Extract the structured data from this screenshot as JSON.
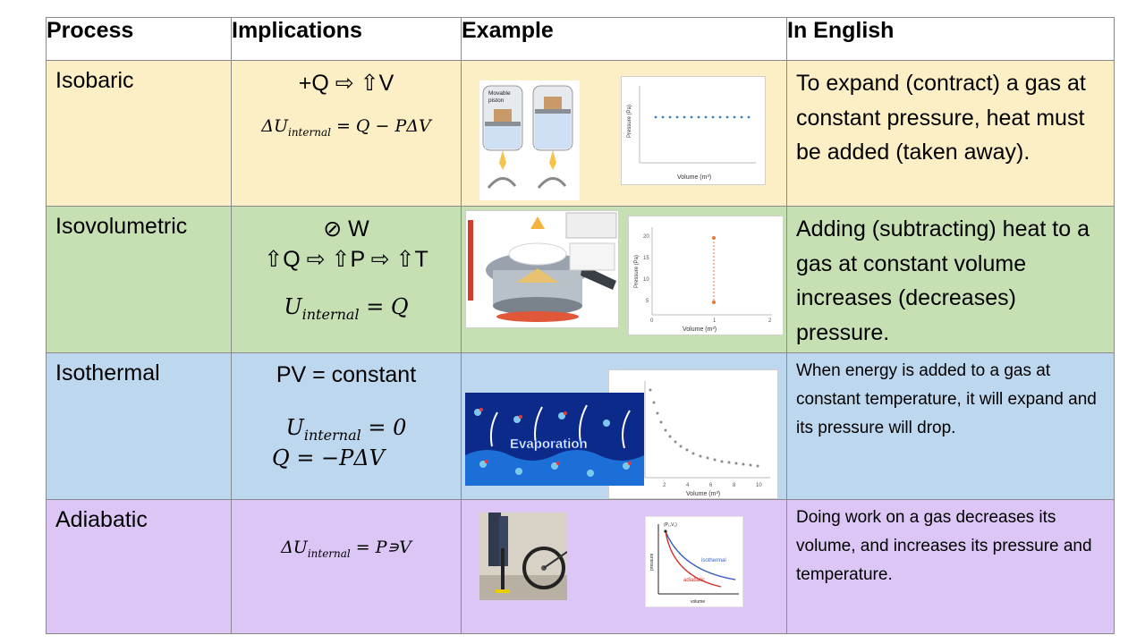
{
  "headers": {
    "process": "Process",
    "implications": "Implications",
    "example": "Example",
    "english": "In English"
  },
  "rows": [
    {
      "process": "Isobaric",
      "implication_line1": "+Q ⇨ ⇧V",
      "equation": "ΔU internal = Q − PΔV",
      "english": "To expand (contract) a gas at constant pressure, heat must be added (taken away).",
      "example_labels": {
        "piston": "Movable piston",
        "graph_x": "Volume (m³)",
        "graph_y": "Pressure (Pa)"
      }
    },
    {
      "process": "Isovolumetric",
      "implication_line1": "⃠ W",
      "implication_line2": "⇧Q ⇨ ⇧P ⇨ ⇧T",
      "equation": "U internal = Q",
      "english": "Adding (subtracting) heat to a gas at constant volume increases (decreases) pressure.",
      "example_labels": {
        "graph_x": "Volume (m³)",
        "graph_y": "Pressure (Pa)"
      }
    },
    {
      "process": "Isothermal",
      "implication_line1": "PV = constant",
      "equation1": "U internal = 0",
      "equation2": "Q = −PΔV",
      "english": "When energy is added to a gas at constant temperature, it will expand and its pressure will drop.",
      "example_labels": {
        "banner": "Evaporation",
        "graph_x": "Volume (m³)"
      }
    },
    {
      "process": "Adiabatic",
      "equation": "ΔU internal = P∍V",
      "english": "Doing work on a gas decreases its volume, and increases its pressure and temperature.",
      "example_labels": {
        "point": "(P₁,V₁)",
        "isothermal": "isothermal",
        "adiabatic": "adiabatic",
        "graph_x": "volume",
        "graph_y": "pressure"
      }
    }
  ],
  "colors": {
    "isobaric": "#fdefc5",
    "isovolumetric": "#c6e0b4",
    "isothermal": "#bdd7ee",
    "adiabatic": "#dcc6f5",
    "border": "#8a8a8a"
  }
}
